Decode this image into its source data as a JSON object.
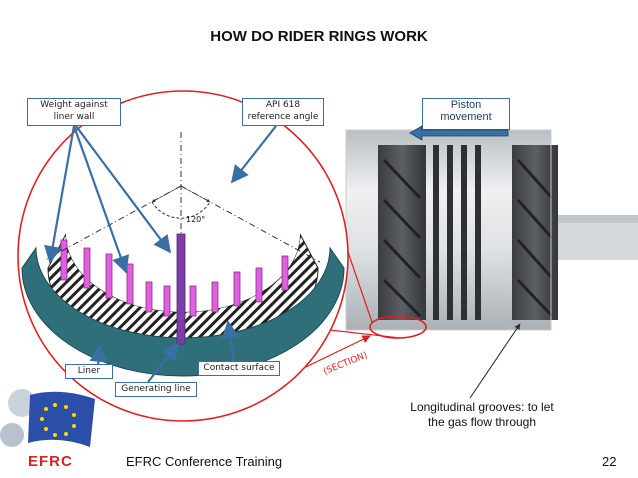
{
  "slide": {
    "title": "HOW DO RIDER RINGS WORK",
    "labels": {
      "weight": "Weight against\nliner wall",
      "api": "API 618\nreference angle",
      "piston": "Piston\nmovement",
      "angle": "120°",
      "liner": "Liner",
      "contact": "Contact surface",
      "generating": "Generating line",
      "section": "(SECTION)",
      "grooves": "Longitudinal grooves: to let\nthe gas flow through"
    },
    "footer": {
      "text": "EFRC Conference Training",
      "logo": "EFRC",
      "page": "22"
    },
    "icons": [
      "arrow-left-icon",
      "eu-flag-icon"
    ],
    "colors": {
      "liner": "#2f6f7a",
      "circle": "#e02020",
      "callout_border": "#3a6ea5",
      "arrows": "#3a6ea5",
      "force_arrows": "#e060e0",
      "generating_line": "#7a3fa8",
      "logo": "#d82222"
    }
  }
}
